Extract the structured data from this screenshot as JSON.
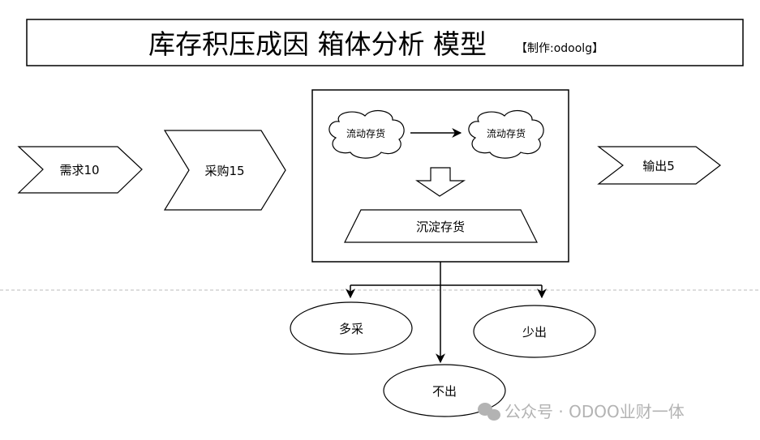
{
  "title": {
    "main": "库存积压成因 箱体分析 模型",
    "credit": "【制作:odoolg】"
  },
  "flow": {
    "demand": "需求10",
    "purchase": "采购15",
    "output": "输出5"
  },
  "box": {
    "cloud_left": "流动存货",
    "cloud_right": "流动存货",
    "sediment": "沉淀存货"
  },
  "causes": {
    "over_buy": "多采",
    "under_out": "少出",
    "no_out": "不出"
  },
  "watermark": "公众号 · ODOO业财一体"
}
